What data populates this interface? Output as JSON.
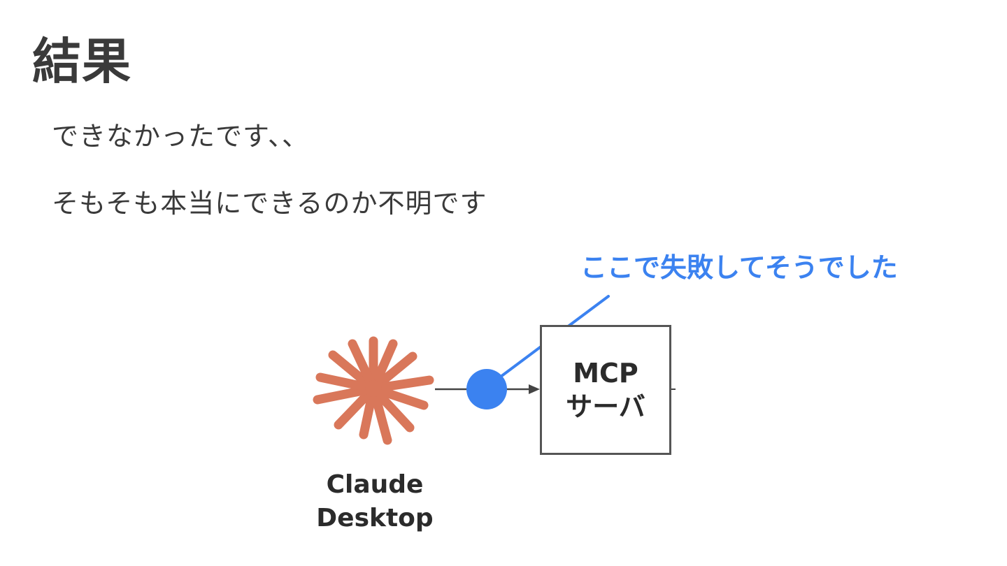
{
  "slide": {
    "title": "結果",
    "lines": [
      "できなかったです、、",
      "そもそも本当にできるのか不明です"
    ]
  },
  "diagram": {
    "callout": "ここで失敗してそうでした",
    "source_node": {
      "label_line1": "Claude",
      "label_line2": "Desktop",
      "icon": "claude-starburst-icon"
    },
    "target_node": {
      "label_line1": "MCP",
      "label_line2": "サーバ"
    },
    "marker": "failure-point-dot"
  },
  "colors": {
    "accent": "#3b82f0",
    "claude_orange": "#d9775a",
    "text": "#3a3a3a",
    "box_border": "#555555"
  }
}
